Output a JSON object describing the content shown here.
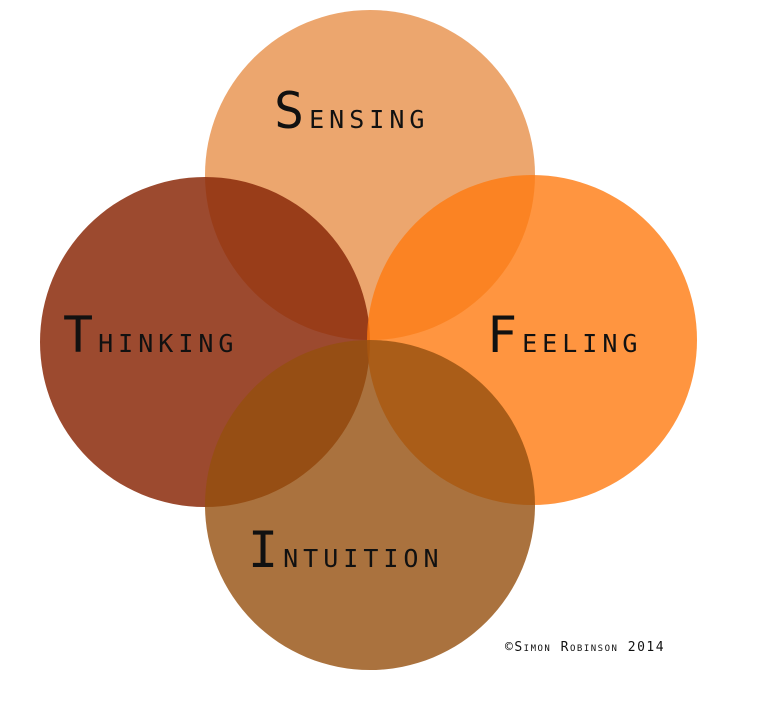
{
  "diagram": {
    "circles": [
      {
        "id": "sensing",
        "label_first": "S",
        "label_rest": "ensing",
        "color": "#E7904A"
      },
      {
        "id": "thinking",
        "label_first": "T",
        "label_rest": "hinking",
        "color": "#8B2A0B"
      },
      {
        "id": "feeling",
        "label_first": "F",
        "label_rest": "eeling",
        "color": "#FF7A10"
      },
      {
        "id": "intuition",
        "label_first": "I",
        "label_rest": "ntuition",
        "color": "#954F0E"
      }
    ],
    "copyright": "©Simon Robinson 2014"
  }
}
